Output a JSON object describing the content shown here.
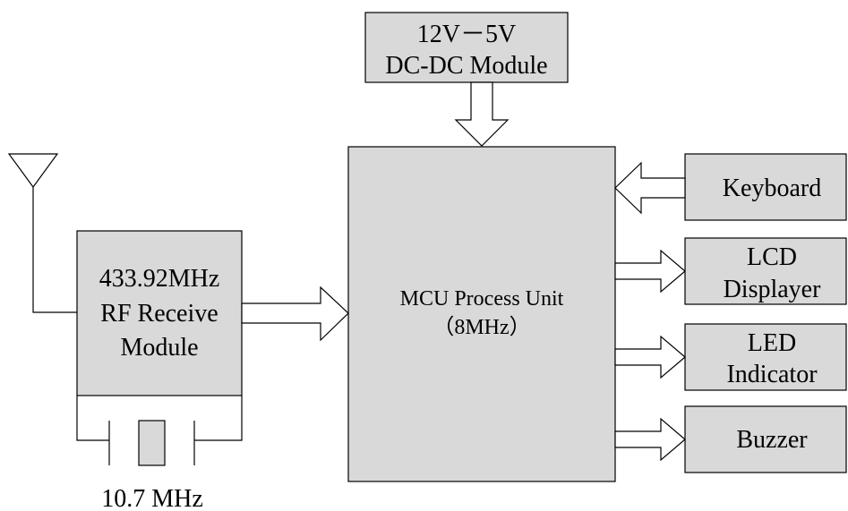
{
  "blocks": {
    "dcdc": {
      "line1": "12V－5V",
      "line2": "DC-DC Module"
    },
    "rf": {
      "line1": "433.92MHz",
      "line2": "RF Receive",
      "line3": "Module"
    },
    "mcu": {
      "line1": "MCU Process Unit",
      "line2": "（8MHz）"
    },
    "keyboard": {
      "label": "Keyboard"
    },
    "lcd": {
      "line1": "LCD",
      "line2": "Displayer"
    },
    "led": {
      "line1": "LED",
      "line2": "Indicator"
    },
    "buzzer": {
      "label": "Buzzer"
    }
  },
  "crystal": {
    "label": "10.7 MHz"
  },
  "colors": {
    "block_fill": "#d9d9d9",
    "arrow_fill": "#ffffff",
    "line": "#000000"
  }
}
